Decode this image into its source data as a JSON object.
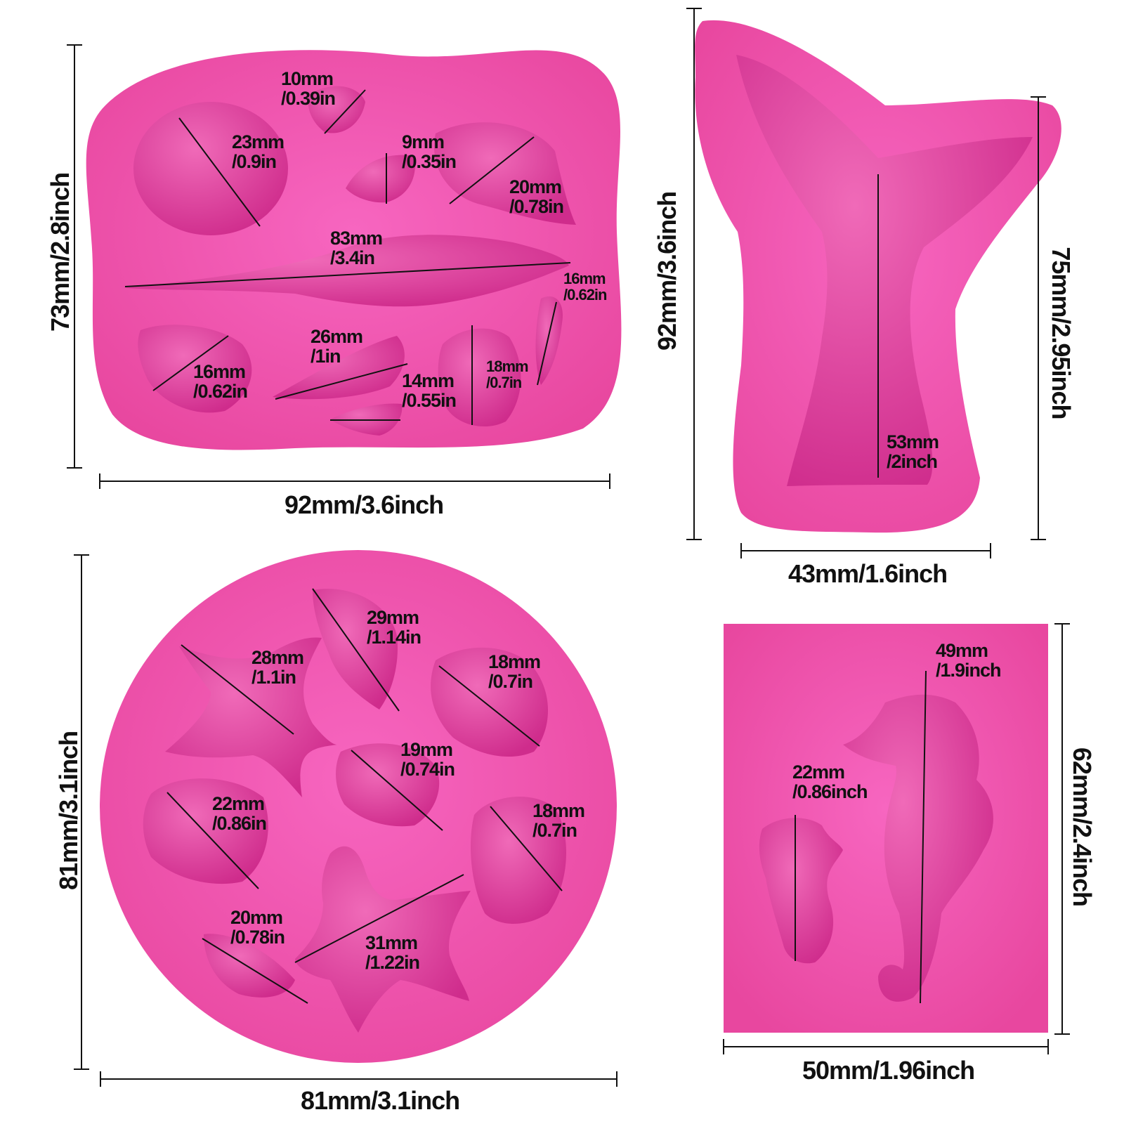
{
  "colors": {
    "mold": "#f25fb8",
    "cavity": "#e23a9e",
    "shadow": "#c92788",
    "line": "#111111"
  },
  "molds": {
    "shell_mold": {
      "width_label": "92mm/3.6inch",
      "height_label": "73mm/2.8inch",
      "cavities": [
        {
          "a": "10mm",
          "b": "/0.39in"
        },
        {
          "a": "23mm",
          "b": "/0.9in"
        },
        {
          "a": "9mm",
          "b": "/0.35in"
        },
        {
          "a": "20mm",
          "b": "/0.78in"
        },
        {
          "a": "83mm",
          "b": "/3.4in"
        },
        {
          "a": "16mm",
          "b": "/0.62in"
        },
        {
          "a": "26mm",
          "b": "/1in"
        },
        {
          "a": "16mm",
          "b": "/0.62in"
        },
        {
          "a": "14mm",
          "b": "/0.55in"
        },
        {
          "a": "18mm",
          "b": "/0.7in"
        }
      ]
    },
    "tail_mold": {
      "width_label": "43mm/1.6inch",
      "height_label": "92mm/3.6inch",
      "inner_height_label": "75mm/2.95inch",
      "cavity": {
        "a": "53mm",
        "b": "/2inch"
      }
    },
    "round_mold": {
      "width_label": "81mm/3.1inch",
      "height_label": "81mm/3.1inch",
      "cavities": [
        {
          "a": "29mm",
          "b": "/1.14in"
        },
        {
          "a": "28mm",
          "b": "/1.1in"
        },
        {
          "a": "18mm",
          "b": "/0.7in"
        },
        {
          "a": "19mm",
          "b": "/0.74in"
        },
        {
          "a": "22mm",
          "b": "/0.86in"
        },
        {
          "a": "18mm",
          "b": "/0.7in"
        },
        {
          "a": "20mm",
          "b": "/0.78in"
        },
        {
          "a": "31mm",
          "b": "/1.22in"
        }
      ]
    },
    "seahorse_mold": {
      "width_label": "50mm/1.96inch",
      "height_label": "62mm/2.4inch",
      "cavities": [
        {
          "a": "49mm",
          "b": "/1.9inch"
        },
        {
          "a": "22mm",
          "b": "/0.86inch"
        }
      ]
    }
  }
}
